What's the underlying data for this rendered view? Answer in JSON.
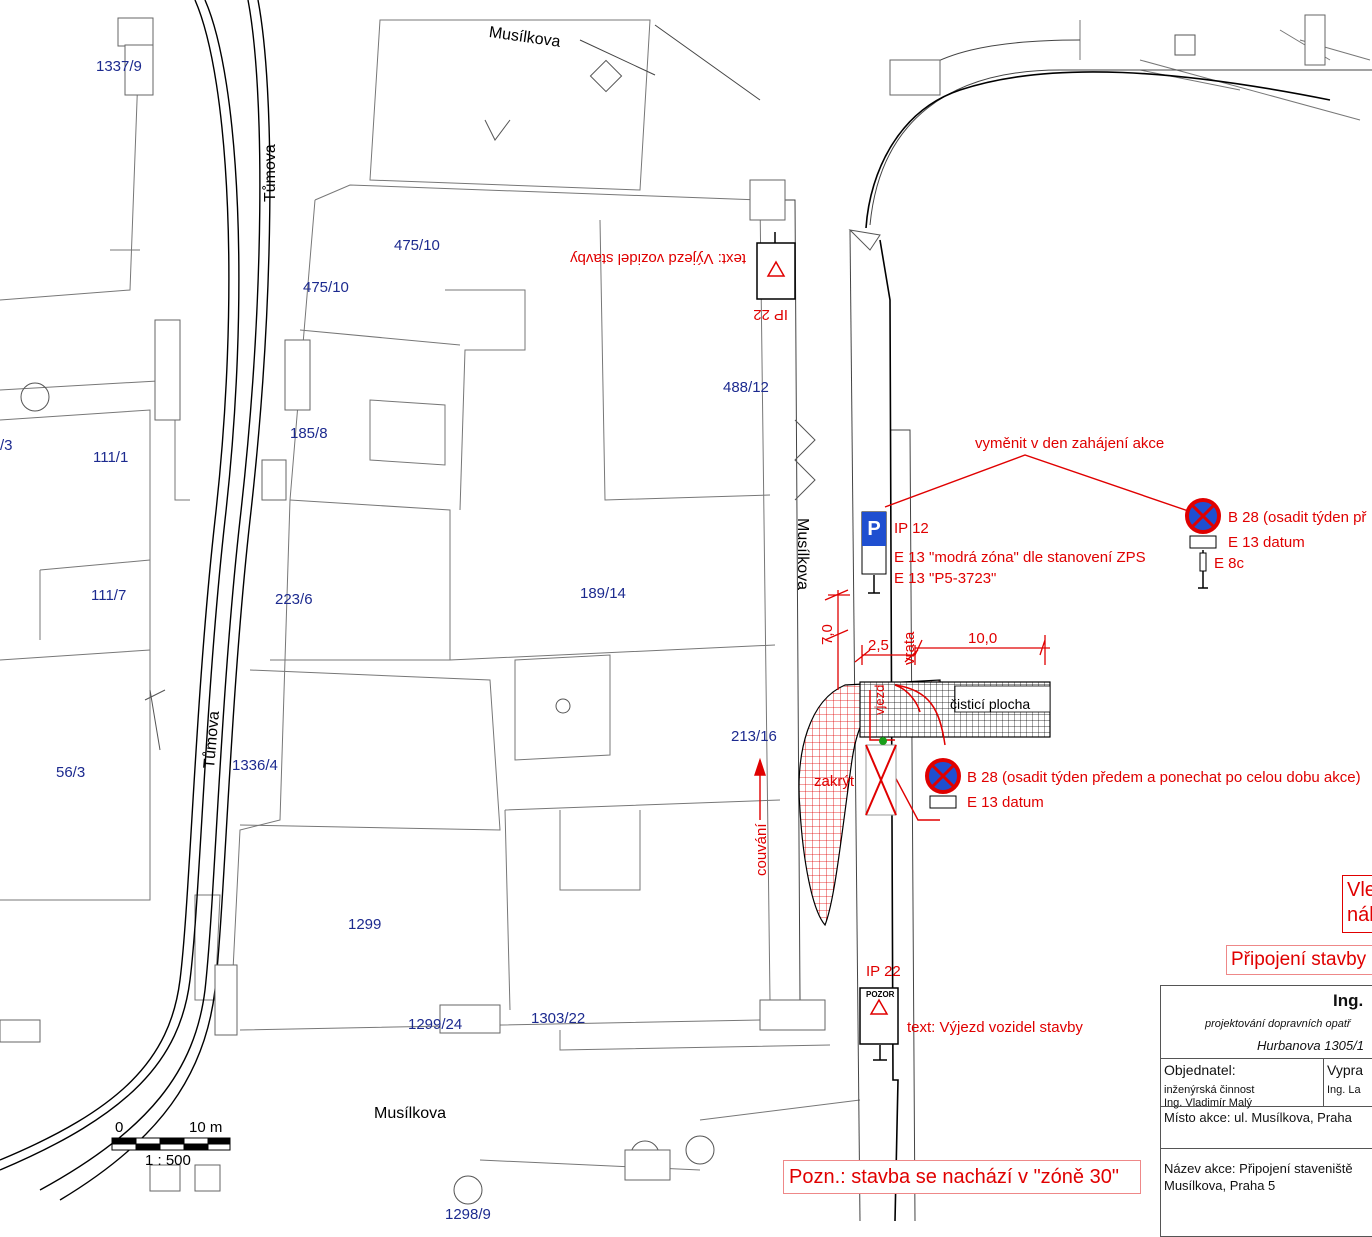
{
  "parcels": [
    "1337/9",
    "475/10",
    "475/10",
    "488/12",
    "185/8",
    "111/1",
    "/3",
    "111/7",
    "223/6",
    "189/14",
    "56/3",
    "1336/4",
    "213/16",
    "1299",
    "1299/24",
    "1303/22",
    "1298/9"
  ],
  "streets": [
    "Musílkova",
    "Tůmova",
    "Musílkova",
    "Tůmova",
    "Musílkova"
  ],
  "annotations": {
    "ip22_top": "IP 22",
    "ip22_top_text": "text: Výjezd vozidel stavby",
    "ip12": "IP 12",
    "e13_modra": "E 13 \"modrá zóna\" dle stanovení ZPS",
    "e13_p5": "E 13 \"P5-3723\"",
    "vymenit": "vyměnit v den zahájení akce",
    "b28_right": "B 28 (osadit týden př",
    "e13_datum_right": "E 13 datum",
    "e8c": "E 8c",
    "b28_mid": "B 28 (osadit týden předem a ponechat po celou dobu akce)",
    "e13_datum_mid": "E 13 datum",
    "dim_7": "7,0",
    "dim_25": "2,5",
    "dim_vrata": "vrata",
    "dim_10": "10,0",
    "cistici": "čisticí plocha",
    "vjezd": "vjezd",
    "zakryt": "zakrýt",
    "couvani": "couvání",
    "ip22_bottom": "IP 22",
    "ip22_bottom_text": "text: Výjezd vozidel stavby",
    "sign_pozor": "POZOR"
  },
  "scale": {
    "zero": "0",
    "ten": "10 m",
    "ratio": "1 : 500"
  },
  "note": "Pozn.: stavba se nachází v \"zóně 30\"",
  "side_notes": {
    "vle": "Vle",
    "nal": "nál",
    "pripojeni": "Připojení stavby"
  },
  "title_block": {
    "company": "Ing.",
    "subtitle": "projektování dopravních opatř",
    "address": "Hurbanova 1305/1",
    "objednatel_label": "Objednatel:",
    "objednatel_1": "inženýrská činnost",
    "objednatel_2": "Ing. Vladimír Malý",
    "vypracoval_label": "Vypra",
    "vypracoval_name": "Ing. La",
    "misto": "Místo akce: ul. Musílkova, Praha",
    "nazev_1": "Název akce: Připojení staveniště",
    "nazev_2": "Musílkova, Praha 5"
  },
  "colors": {
    "red": "#e00000",
    "parcel": "#1c2a8f",
    "sign_blue": "#1f4fd0"
  }
}
